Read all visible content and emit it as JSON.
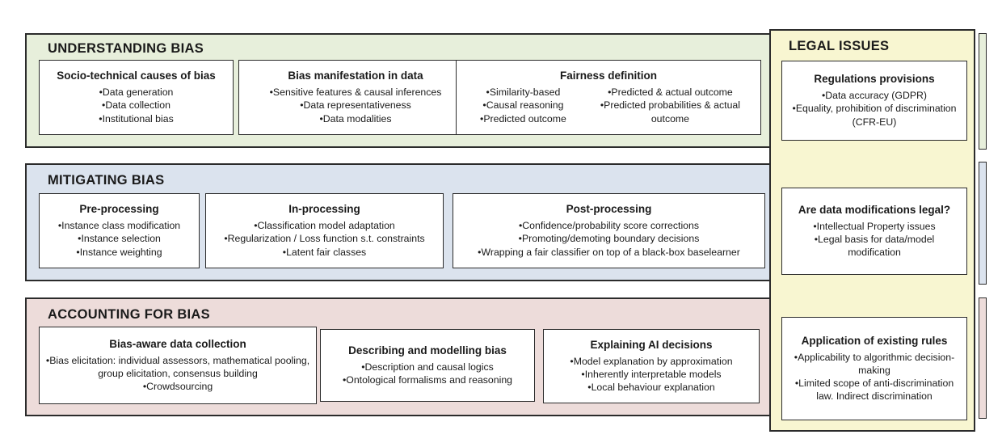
{
  "colors": {
    "understanding_bg": "#e7efdb",
    "mitigating_bg": "#dbe3ee",
    "accounting_bg": "#eddcda",
    "legal_bg": "#f8f6d1",
    "border": "#2b2b2b",
    "box_bg": "#ffffff"
  },
  "panels": [
    {
      "title": "UNDERSTANDING BIAS",
      "boxes": [
        {
          "title": "Socio-technical causes of bias",
          "bullets": [
            "Data generation",
            "Data collection",
            "Institutional bias"
          ]
        },
        {
          "title": "Bias manifestation in data",
          "bullets": [
            "Sensitive features & causal inferences",
            "Data representativeness",
            "Data modalities"
          ]
        },
        {
          "title": "Fairness definition",
          "columns": [
            [
              "Similarity-based",
              "Causal reasoning",
              "Predicted outcome"
            ],
            [
              "Predicted & actual outcome",
              "Predicted probabilities & actual outcome"
            ]
          ]
        }
      ]
    },
    {
      "title": "MITIGATING BIAS",
      "boxes": [
        {
          "title": "Pre-processing",
          "bullets": [
            "Instance class modification",
            "Instance selection",
            "Instance weighting"
          ]
        },
        {
          "title": "In-processing",
          "bullets": [
            "Classification model adaptation",
            "Regularization / Loss function s.t. constraints",
            "Latent fair classes"
          ]
        },
        {
          "title": "Post-processing",
          "bullets": [
            "Confidence/probability score corrections",
            "Promoting/demoting boundary decisions",
            "Wrapping a fair classifier on top of a black-box baselearner"
          ]
        }
      ]
    },
    {
      "title": "ACCOUNTING FOR BIAS",
      "boxes": [
        {
          "title": "Bias-aware data collection",
          "bullets": [
            "Bias elicitation: individual assessors, mathematical pooling, group elicitation, consensus building",
            "Crowdsourcing"
          ]
        },
        {
          "title": "Describing and modelling bias",
          "bullets": [
            "Description and causal logics",
            "Ontological formalisms and reasoning"
          ]
        },
        {
          "title": "Explaining AI decisions",
          "bullets": [
            "Model explanation by approximation",
            "Inherently interpretable models",
            "Local behaviour explanation"
          ]
        }
      ]
    }
  ],
  "legal": {
    "title": "LEGAL ISSUES",
    "boxes": [
      {
        "title": "Regulations provisions",
        "bullets": [
          "Data accuracy (GDPR)",
          "Equality, prohibition of discrimination (CFR-EU)"
        ]
      },
      {
        "title": "Are data modifications legal?",
        "bullets": [
          "Intellectual Property issues",
          "Legal basis for data/model modification"
        ]
      },
      {
        "title": "Application of existing rules",
        "bullets": [
          "Applicability to algorithmic decision-making",
          "Limited scope of anti-discrimination law. Indirect discrimination"
        ]
      }
    ]
  }
}
